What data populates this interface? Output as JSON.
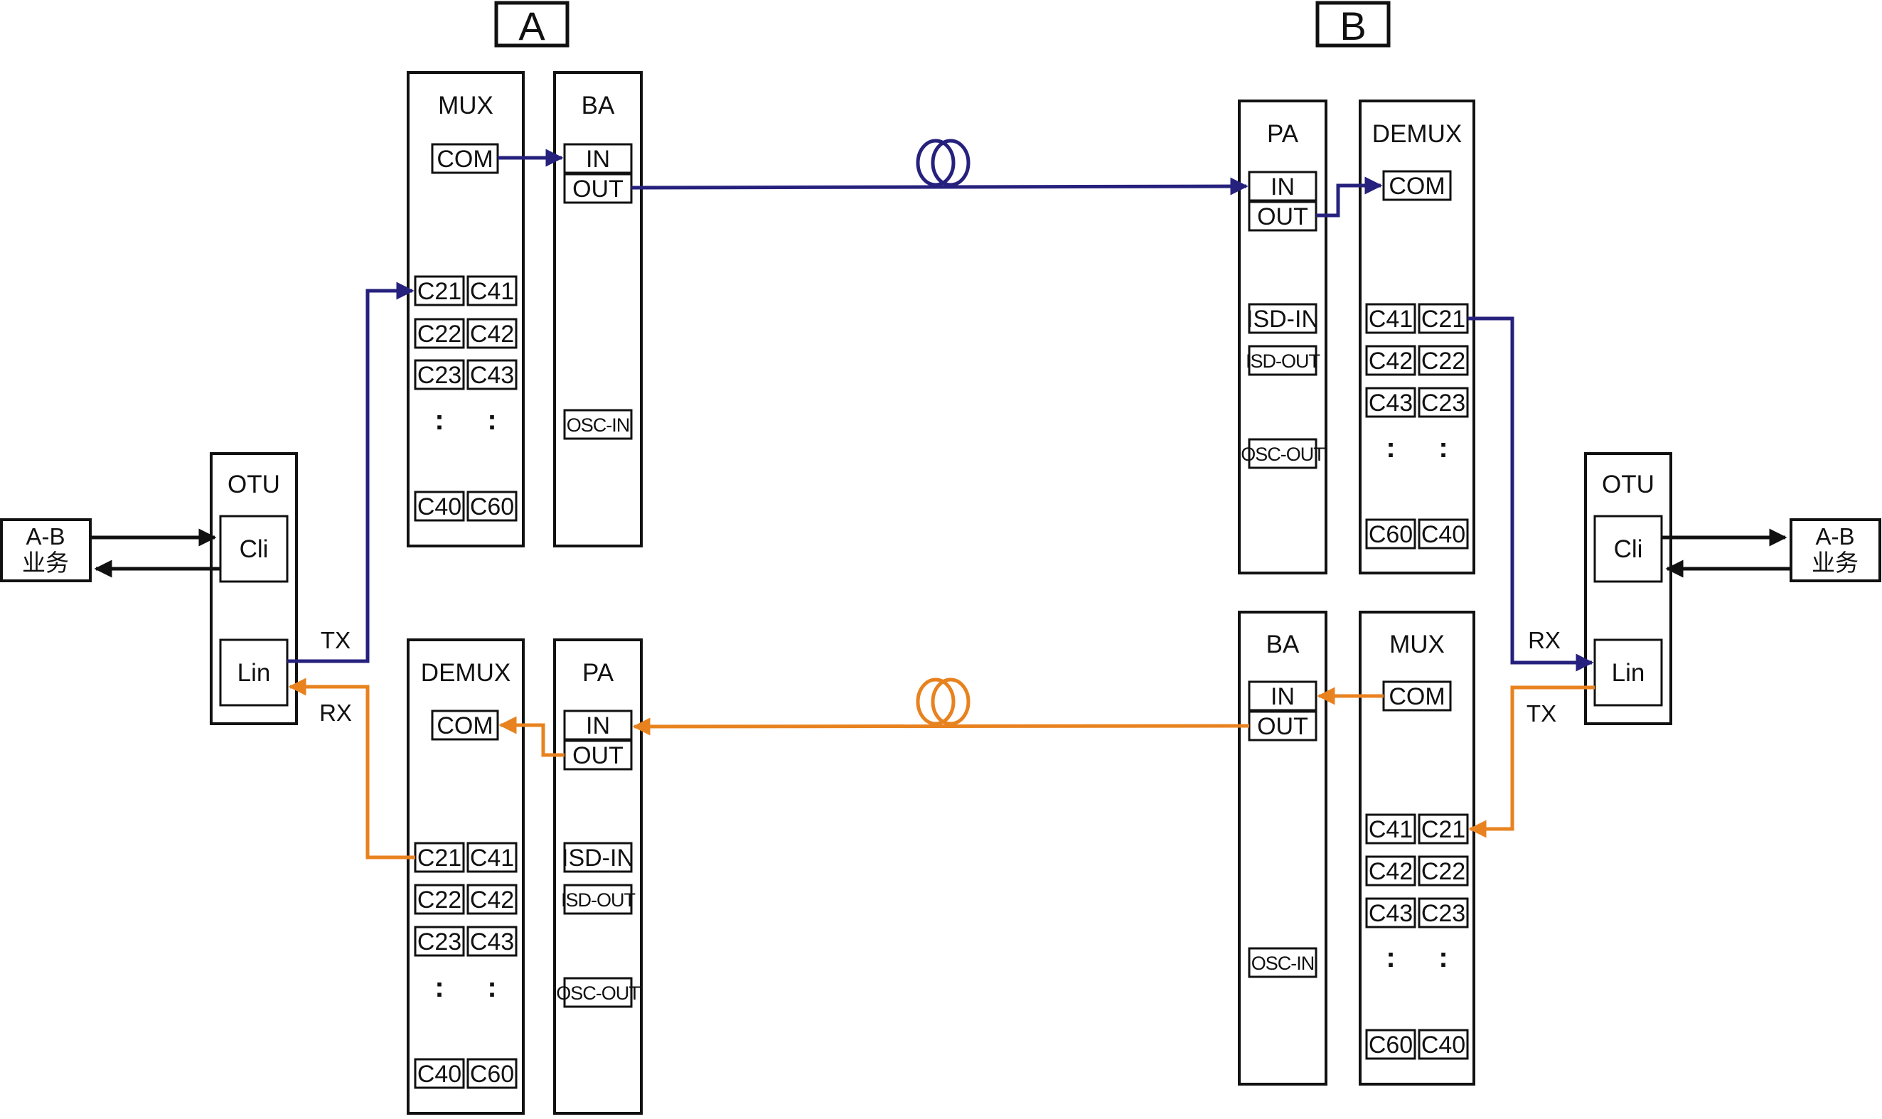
{
  "site_a": {
    "label": "A"
  },
  "site_b": {
    "label": "B"
  },
  "colors": {
    "forward": "#26217d",
    "reverse": "#e8821f",
    "client": "#111111"
  },
  "a_mux": {
    "title": "MUX",
    "com": "COM",
    "ch": [
      [
        "C21",
        "C41"
      ],
      [
        "C22",
        "C42"
      ],
      [
        "C23",
        "C43"
      ],
      [
        "C40",
        "C60"
      ]
    ],
    "ellipsis": ":"
  },
  "a_ba": {
    "title": "BA",
    "in": "IN",
    "out": "OUT",
    "osc": "OSC-IN"
  },
  "a_demux": {
    "title": "DEMUX",
    "com": "COM",
    "ch": [
      [
        "C21",
        "C41"
      ],
      [
        "C22",
        "C42"
      ],
      [
        "C23",
        "C43"
      ],
      [
        "C40",
        "C60"
      ]
    ],
    "ellipsis": ":"
  },
  "a_pa": {
    "title": "PA",
    "in": "IN",
    "out": "OUT",
    "isd_in": "ISD-IN",
    "isd_out": "ISD-OUT",
    "osc": "OSC-OUT"
  },
  "a_otu": {
    "title": "OTU",
    "cli": "Cli",
    "lin": "Lin",
    "tx": "TX",
    "rx": "RX"
  },
  "a_client": {
    "line1": "A-B",
    "line2": "业务"
  },
  "b_pa": {
    "title": "PA",
    "in": "IN",
    "out": "OUT",
    "isd_in": "ISD-IN",
    "isd_out": "ISD-OUT",
    "osc": "OSC-OUT"
  },
  "b_demux": {
    "title": "DEMUX",
    "com": "COM",
    "ch": [
      [
        "C41",
        "C21"
      ],
      [
        "C42",
        "C22"
      ],
      [
        "C43",
        "C23"
      ],
      [
        "C60",
        "C40"
      ]
    ],
    "ellipsis": ":"
  },
  "b_ba": {
    "title": "BA",
    "in": "IN",
    "out": "OUT",
    "osc": "OSC-IN"
  },
  "b_mux": {
    "title": "MUX",
    "com": "COM",
    "ch": [
      [
        "C41",
        "C21"
      ],
      [
        "C42",
        "C22"
      ],
      [
        "C43",
        "C23"
      ],
      [
        "C60",
        "C40"
      ]
    ],
    "ellipsis": ":"
  },
  "b_otu": {
    "title": "OTU",
    "cli": "Cli",
    "lin": "Lin",
    "tx": "TX",
    "rx": "RX"
  },
  "b_client": {
    "line1": "A-B",
    "line2": "业务"
  }
}
